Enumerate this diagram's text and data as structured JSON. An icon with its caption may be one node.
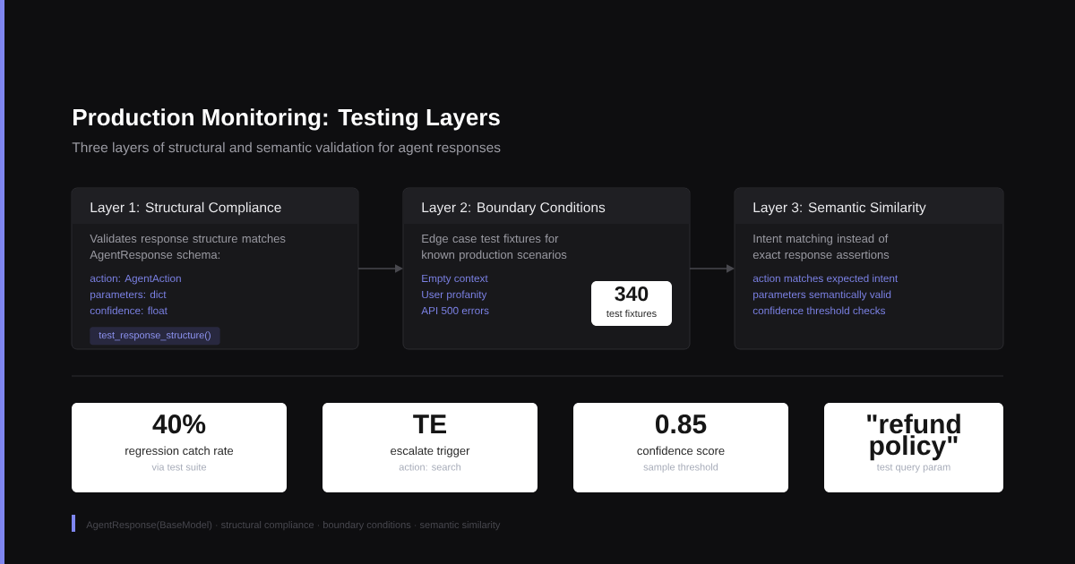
{
  "diagram": {
    "title": "Production Monitoring: Testing Layers",
    "nodes": [
      {
        "text": [
          "Layer 1: Structural Compliance",
          "Validates response structure matches AgentResponse schema:",
          "action: AgentAction",
          "parameters: dict",
          "confidence: float"
        ]
      },
      {
        "text": [
          "test_response_structure()"
        ],
        "in": 0
      },
      {
        "text": [
          "Layer 2: Boundary Conditions",
          "Edge case test fixtures for known production scenarios",
          "Empty context",
          "User profanity",
          "API 500 errors"
        ]
      },
      {
        "text": [
          "340",
          "test fixtures"
        ],
        "in": 2
      },
      {
        "text": [
          "Layer 3: Semantic Similarity",
          "Intent matching instead of exact response assertions",
          "action matches expected intent",
          "parameters semantically valid",
          "confidence threshold checks"
        ]
      },
      {
        "text": [
          "40%",
          "regression catch rate",
          "via test suite"
        ]
      },
      {
        "text": [
          "TE",
          "escalate trigger",
          "action: search"
        ]
      },
      {
        "text": [
          "0.85",
          "confidence score",
          "sample threshold"
        ]
      },
      {
        "text": [
          "\"refund policy\"",
          "test query param"
        ]
      }
    ],
    "edges": [
      {
        "from": 0,
        "to": 2,
        "arrow": "to"
      },
      {
        "from": 2,
        "to": 4,
        "arrow": "to"
      }
    ],
    "labels": [
      "Three layers of structural and semantic validation for agent responses",
      "AgentResponse(BaseModel) · structural compliance · boundary conditions · semantic similarity"
    ]
  }
}
